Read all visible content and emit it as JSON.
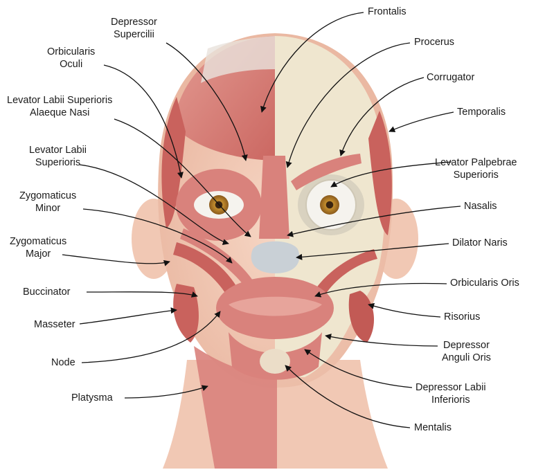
{
  "labels": {
    "depressor_supercilii": [
      "Depressor",
      "Supercilii"
    ],
    "frontalis": [
      "Frontalis"
    ],
    "orbicularis_oculi": [
      "Orbicularis",
      "Oculi"
    ],
    "procerus": [
      "Procerus"
    ],
    "corrugator": [
      "Corrugator"
    ],
    "levator_labii_sup_alaeque": [
      "Levator Labii Superioris",
      "Alaeque Nasi"
    ],
    "temporalis": [
      "Temporalis"
    ],
    "levator_labii_sup": [
      "Levator Labii",
      "Superioris"
    ],
    "levator_palpebrae": [
      "Levator Palpebrae",
      "Superioris"
    ],
    "zygomaticus_minor": [
      "Zygomaticus",
      "Minor"
    ],
    "nasalis": [
      "Nasalis"
    ],
    "zygomaticus_major": [
      "Zygomaticus",
      "Major"
    ],
    "dilator_naris": [
      "Dilator Naris"
    ],
    "buccinator": [
      "Buccinator"
    ],
    "orbicularis_oris": [
      "Orbicularis Oris"
    ],
    "masseter": [
      "Masseter"
    ],
    "risorius": [
      "Risorius"
    ],
    "depressor_anguli": [
      "Depressor",
      "Anguli Oris"
    ],
    "node": [
      "Node"
    ],
    "depressor_labii": [
      "Depressor Labii",
      "Inferioris"
    ],
    "platysma": [
      "Platysma"
    ],
    "mentalis": [
      "Mentalis"
    ]
  },
  "colors": {
    "muscle": "#d9827c",
    "muscle_dark": "#c25a55",
    "skin": "#f3cdb9",
    "bone": "#efe6cf",
    "tendon": "#e9e2dc",
    "iris": "#b07c2a"
  }
}
